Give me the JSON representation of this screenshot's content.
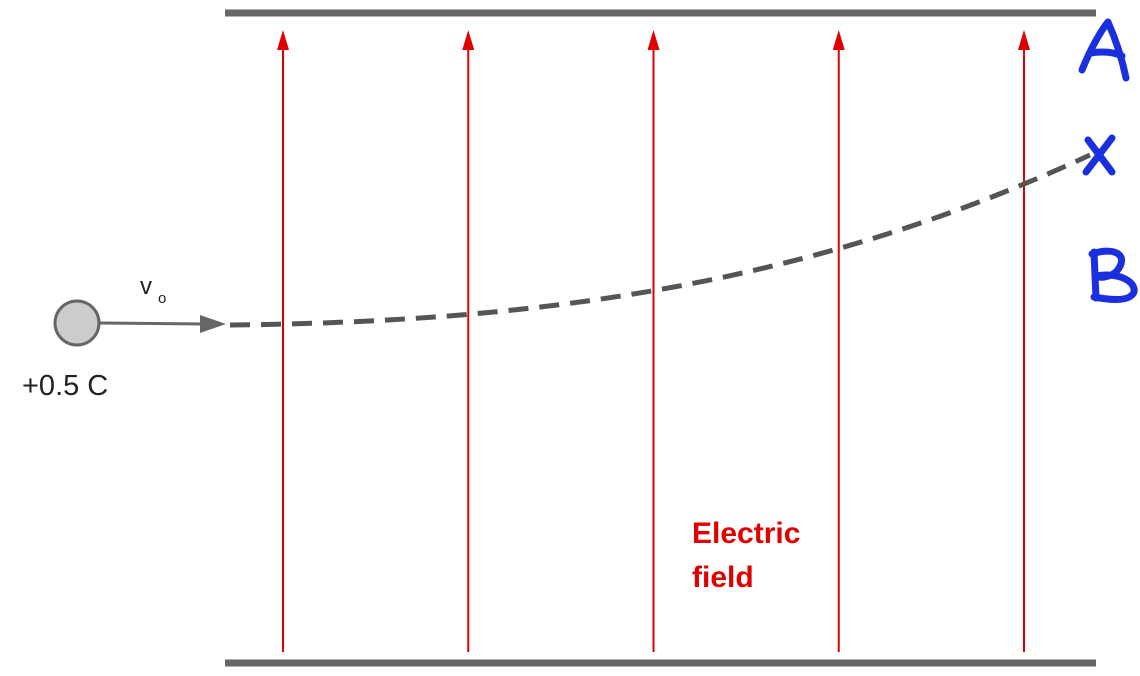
{
  "diagram": {
    "charge_label": "+0.5 C",
    "velocity_symbol": "v",
    "velocity_subscript": "o",
    "field_label_line1": "Electric",
    "field_label_line2": "field",
    "point_a_label": "A",
    "point_x_label": "x",
    "point_b_label": "B",
    "field_line_count": 5,
    "colors": {
      "plate": "#666666",
      "field": "#e00000",
      "trajectory": "#555555",
      "charge_fill": "#cccccc",
      "handwriting": "#1a2fe0"
    }
  }
}
